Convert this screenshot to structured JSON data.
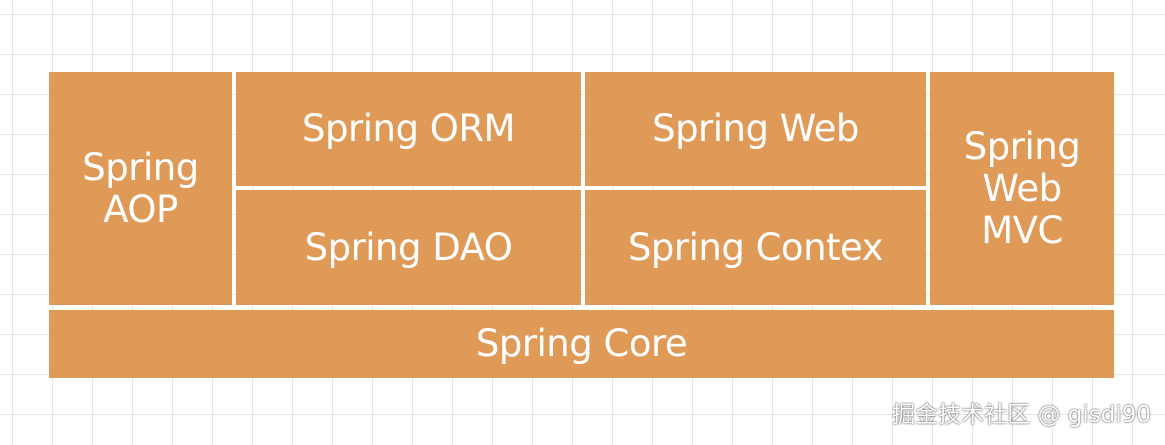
{
  "diagram": {
    "blocks": {
      "aop": "Spring AOP",
      "orm": "Spring ORM",
      "web": "Spring Web",
      "web_mvc": "Spring Web MVC",
      "dao": "Spring DAO",
      "contex": "Spring Contex",
      "core": "Spring Core"
    },
    "colors": {
      "block_fill": "#e09a57",
      "block_text": "#ffffff",
      "grid_line": "#e6e6e6"
    }
  },
  "watermark": "掘金技术社区 @ gisdi90"
}
